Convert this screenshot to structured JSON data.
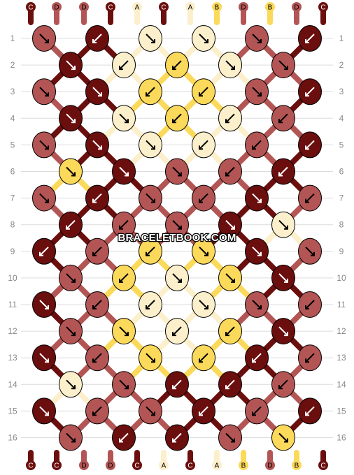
{
  "watermark": "BRACELETBOOK.COM",
  "colors": {
    "C": "#6b0e0e",
    "D": "#b35555",
    "A": "#fcefcc",
    "B": "#fbd95a"
  },
  "strands_top": [
    "C",
    "D",
    "D",
    "C",
    "A",
    "C",
    "A",
    "B",
    "D",
    "B",
    "D",
    "C"
  ],
  "strands_bottom": [
    "C",
    "C",
    "D",
    "D",
    "C",
    "A",
    "C",
    "A",
    "B",
    "D",
    "B",
    "C"
  ],
  "rows": [
    {
      "label": "1",
      "knots": [
        [
          "D",
          "SE"
        ],
        [
          "C",
          "SW"
        ],
        [
          "A",
          "SE"
        ],
        [
          "A",
          "SE"
        ],
        [
          "D",
          "SE"
        ],
        [
          "C",
          "SW"
        ]
      ]
    },
    {
      "label": "2",
      "knots": [
        [
          "C",
          "SE"
        ],
        [
          "A",
          "SW"
        ],
        [
          "B",
          "SW"
        ],
        [
          "A",
          "SE"
        ],
        [
          "D",
          "SE"
        ]
      ]
    },
    {
      "label": "3",
      "knots": [
        [
          "D",
          "SE"
        ],
        [
          "C",
          "SE"
        ],
        [
          "B",
          "SW"
        ],
        [
          "B",
          "SW"
        ],
        [
          "D",
          "SE"
        ],
        [
          "C",
          "SW"
        ]
      ]
    },
    {
      "label": "4",
      "knots": [
        [
          "C",
          "SE"
        ],
        [
          "A",
          "SE"
        ],
        [
          "B",
          "SW"
        ],
        [
          "A",
          "SW"
        ],
        [
          "D",
          "SW"
        ]
      ]
    },
    {
      "label": "5",
      "knots": [
        [
          "D",
          "SE"
        ],
        [
          "C",
          "SE"
        ],
        [
          "A",
          "SE"
        ],
        [
          "A",
          "SW"
        ],
        [
          "D",
          "SW"
        ],
        [
          "C",
          "SW"
        ]
      ]
    },
    {
      "label": "6",
      "knots": [
        [
          "B",
          "SE"
        ],
        [
          "C",
          "SE"
        ],
        [
          "D",
          "SE"
        ],
        [
          "D",
          "SW"
        ],
        [
          "C",
          "SW"
        ]
      ]
    },
    {
      "label": "7",
      "knots": [
        [
          "D",
          "SE"
        ],
        [
          "C",
          "SW"
        ],
        [
          "D",
          "SE"
        ],
        [
          "D",
          "SW"
        ],
        [
          "C",
          "SE"
        ],
        [
          "D",
          "SW"
        ]
      ]
    },
    {
      "label": "8",
      "knots": [
        [
          "C",
          "SW"
        ],
        [
          "D",
          "SW"
        ],
        [
          "D",
          "SE"
        ],
        [
          "C",
          "SE"
        ],
        [
          "A",
          "SE"
        ]
      ]
    },
    {
      "label": "9",
      "knots": [
        [
          "C",
          "SW"
        ],
        [
          "D",
          "SW"
        ],
        [
          "B",
          "SW"
        ],
        [
          "B",
          "SE"
        ],
        [
          "C",
          "SE"
        ],
        [
          "D",
          "SE"
        ]
      ]
    },
    {
      "label": "10",
      "knots": [
        [
          "D",
          "SE"
        ],
        [
          "B",
          "SW"
        ],
        [
          "A",
          "SE"
        ],
        [
          "B",
          "SE"
        ],
        [
          "C",
          "SE"
        ]
      ]
    },
    {
      "label": "11",
      "knots": [
        [
          "C",
          "SE"
        ],
        [
          "D",
          "SW"
        ],
        [
          "A",
          "SW"
        ],
        [
          "A",
          "SE"
        ],
        [
          "D",
          "SE"
        ],
        [
          "D",
          "SW"
        ]
      ]
    },
    {
      "label": "12",
      "knots": [
        [
          "D",
          "SE"
        ],
        [
          "B",
          "SE"
        ],
        [
          "A",
          "SW"
        ],
        [
          "B",
          "SW"
        ],
        [
          "C",
          "SE"
        ]
      ]
    },
    {
      "label": "13",
      "knots": [
        [
          "C",
          "SE"
        ],
        [
          "D",
          "SW"
        ],
        [
          "B",
          "SE"
        ],
        [
          "B",
          "SW"
        ],
        [
          "C",
          "SW"
        ],
        [
          "D",
          "SW"
        ]
      ]
    },
    {
      "label": "14",
      "knots": [
        [
          "A",
          "SE"
        ],
        [
          "D",
          "SE"
        ],
        [
          "C",
          "SW"
        ],
        [
          "C",
          "SW"
        ],
        [
          "D",
          "SW"
        ]
      ]
    },
    {
      "label": "15",
      "knots": [
        [
          "C",
          "SE"
        ],
        [
          "D",
          "SW"
        ],
        [
          "D",
          "SE"
        ],
        [
          "C",
          "SW"
        ],
        [
          "D",
          "SW"
        ],
        [
          "C",
          "SW"
        ]
      ]
    },
    {
      "label": "16",
      "knots": [
        [
          "D",
          "SE"
        ],
        [
          "C",
          "SW"
        ],
        [
          "C",
          "SW"
        ],
        [
          "D",
          "SE"
        ],
        [
          "B",
          "SE"
        ]
      ]
    }
  ]
}
